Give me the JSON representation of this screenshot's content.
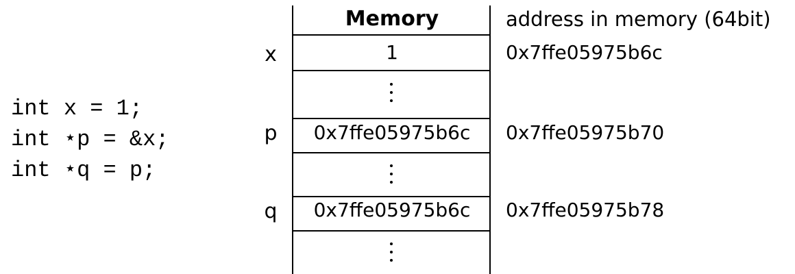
{
  "code": {
    "lines": [
      "int x = 1;",
      "int ⋆p = &x;",
      "int ⋆q = p;"
    ]
  },
  "memory_table": {
    "header": "Memory",
    "address_header": "address in memory (64bit)",
    "rows": [
      {
        "var": "x",
        "value": "1",
        "address": "0x7ffe05975b6c"
      },
      {
        "var": "",
        "value": "⋮",
        "address": ""
      },
      {
        "var": "p",
        "value": "0x7ffe05975b6c",
        "address": "0x7ffe05975b70"
      },
      {
        "var": "",
        "value": "⋮",
        "address": ""
      },
      {
        "var": "q",
        "value": "0x7ffe05975b6c",
        "address": "0x7ffe05975b78"
      },
      {
        "var": "",
        "value": "⋮",
        "address": ""
      }
    ]
  }
}
